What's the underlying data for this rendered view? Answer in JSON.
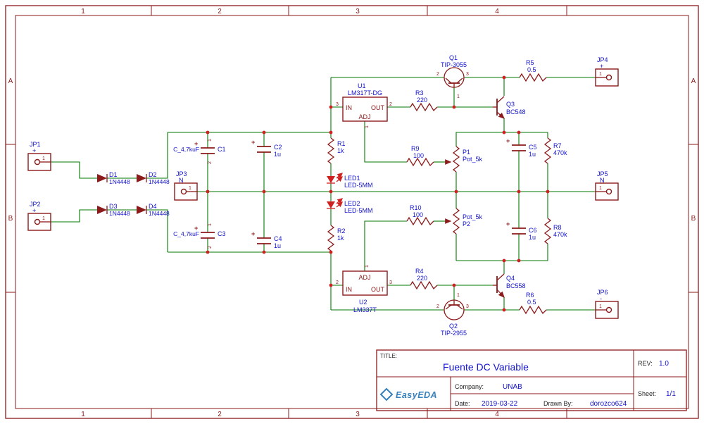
{
  "frame": {
    "cols": [
      "1",
      "2",
      "3",
      "4"
    ],
    "rows": [
      "A",
      "B"
    ]
  },
  "colors": {
    "sheet": "#ffffff",
    "wire": "#007a00",
    "symbol": "#8b1a1a",
    "label": "#1212cd",
    "junction": "#d02121",
    "led": "#d02121",
    "frame": "#8b1a1a",
    "logo": "#3781bd",
    "black": "#222222"
  },
  "components": {
    "jp1": {
      "ref": "JP1",
      "tag": "+",
      "pin": "1"
    },
    "jp2": {
      "ref": "JP2",
      "tag": "+",
      "pin": "1"
    },
    "jp3": {
      "ref": "JP3",
      "tag": "N",
      "pin": "1"
    },
    "jp4": {
      "ref": "JP4",
      "tag": "+",
      "pin": "1"
    },
    "jp5": {
      "ref": "JP5",
      "tag": "N",
      "pin": "1"
    },
    "jp6": {
      "ref": "JP6",
      "tag": "-",
      "pin": "1"
    },
    "d1": {
      "ref": "D1",
      "val": "1N4448"
    },
    "d2": {
      "ref": "D2",
      "val": "1N4448"
    },
    "d3": {
      "ref": "D3",
      "val": "1N4448"
    },
    "d4": {
      "ref": "D4",
      "val": "1N4448"
    },
    "c1": {
      "ref": "C1",
      "val": "C_4,7kuF",
      "plus": "+",
      "pa": "1",
      "pb": "2"
    },
    "c2": {
      "ref": "C2",
      "val": "1u",
      "plus": "+"
    },
    "c3": {
      "ref": "C3",
      "val": "C_4,7kuF",
      "plus": "+",
      "pa": "1",
      "pb": "2"
    },
    "c4": {
      "ref": "C4",
      "val": "1u",
      "plus": "+"
    },
    "c5": {
      "ref": "C5",
      "val": "1u",
      "plus": "+"
    },
    "c6": {
      "ref": "C6",
      "val": "1u",
      "plus": "+"
    },
    "r1": {
      "ref": "R1",
      "val": "1k"
    },
    "r2": {
      "ref": "R2",
      "val": "1k"
    },
    "r3": {
      "ref": "R3",
      "val": "220"
    },
    "r4": {
      "ref": "R4",
      "val": "220"
    },
    "r5": {
      "ref": "R5",
      "val": "0.5"
    },
    "r6": {
      "ref": "R6",
      "val": "0.5"
    },
    "r7": {
      "ref": "R7",
      "val": "470k"
    },
    "r8": {
      "ref": "R8",
      "val": "470k"
    },
    "r9": {
      "ref": "R9",
      "val": "100"
    },
    "r10": {
      "ref": "R10",
      "val": "100"
    },
    "led1": {
      "ref": "LED1",
      "val": "LED-5MM"
    },
    "led2": {
      "ref": "LED2",
      "val": "LED-5MM"
    },
    "p1": {
      "ref": "P1",
      "val": "Pot_5k"
    },
    "p2": {
      "ref": "P2",
      "val": "Pot_5k"
    },
    "q1": {
      "ref": "Q1",
      "val": "TIP-3055",
      "pb": "1",
      "pl": "2",
      "pr": "3"
    },
    "q2": {
      "ref": "Q2",
      "val": "TIP-2955",
      "pb": "1",
      "pl": "2",
      "pr": "3"
    },
    "q3": {
      "ref": "Q3",
      "val": "BC548"
    },
    "q4": {
      "ref": "Q4",
      "val": "BC558"
    },
    "u1": {
      "ref": "U1",
      "val": "LM317T-DG",
      "in": "IN",
      "out": "OUT",
      "adj": "ADJ",
      "nin": "3",
      "nout": "2",
      "nadj": "1"
    },
    "u2": {
      "ref": "U2",
      "val": "LM337T",
      "in": "IN",
      "out": "OUT",
      "adj": "ADJ",
      "nin": "2",
      "nout": "3",
      "nadj": "1"
    }
  },
  "title_block": {
    "title_label": "TITLE:",
    "title": "Fuente DC Variable",
    "rev_label": "REV:",
    "rev": "1.0",
    "company_label": "Company:",
    "company": "UNAB",
    "sheet_label": "Sheet:",
    "sheet": "1/1",
    "date_label": "Date:",
    "date": "2019-03-22",
    "drawn_label": "Drawn By:",
    "drawn_by": "dorozco624",
    "logo": "EasyEDA"
  }
}
